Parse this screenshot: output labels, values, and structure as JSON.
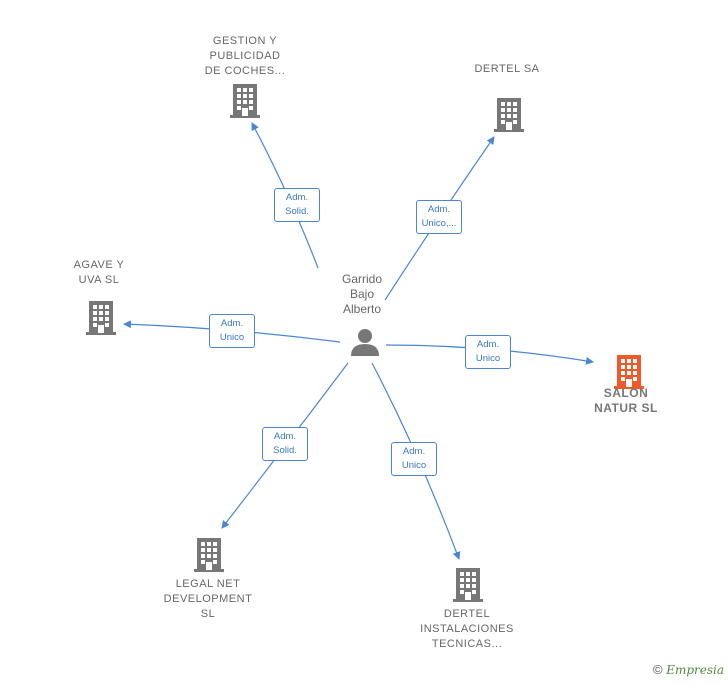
{
  "center": {
    "name": "Garrido\nBajo\nAlberto",
    "icon": "person-icon"
  },
  "nodes": [
    {
      "id": "gestion",
      "label": "GESTION Y\nPUBLICIDAD\nDE COCHES...",
      "icon": "building-icon",
      "color": "#777777",
      "focus": false
    },
    {
      "id": "dertel_sa",
      "label": "DERTEL SA",
      "icon": "building-icon",
      "color": "#777777",
      "focus": false
    },
    {
      "id": "agave",
      "label": "AGAVE Y\nUVA SL",
      "icon": "building-icon",
      "color": "#777777",
      "focus": false
    },
    {
      "id": "salon",
      "label": "SALON\nNATUR  SL",
      "icon": "building-icon",
      "color": "#f05a28",
      "focus": true
    },
    {
      "id": "legal",
      "label": "LEGAL NET\nDEVELOPMENT\nSL",
      "icon": "building-icon",
      "color": "#777777",
      "focus": false
    },
    {
      "id": "dertel_inst",
      "label": "DERTEL\nINSTALACIONES\nTECNICAS...",
      "icon": "building-icon",
      "color": "#777777",
      "focus": false
    }
  ],
  "edges": [
    {
      "to": "gestion",
      "label": "Adm.\nSolid."
    },
    {
      "to": "dertel_sa",
      "label": "Adm.\nUnico,..."
    },
    {
      "to": "agave",
      "label": "Adm.\nUnico"
    },
    {
      "to": "salon",
      "label": "Adm.\nUnico"
    },
    {
      "to": "legal",
      "label": "Adm.\nSolid."
    },
    {
      "to": "dertel_inst",
      "label": "Adm.\nUnico"
    }
  ],
  "colors": {
    "edge": "#4a86d6",
    "building": "#777777",
    "focus_building": "#f05a28",
    "person": "#777777"
  },
  "footer": {
    "copyright": "©",
    "brand": "Empresia"
  }
}
